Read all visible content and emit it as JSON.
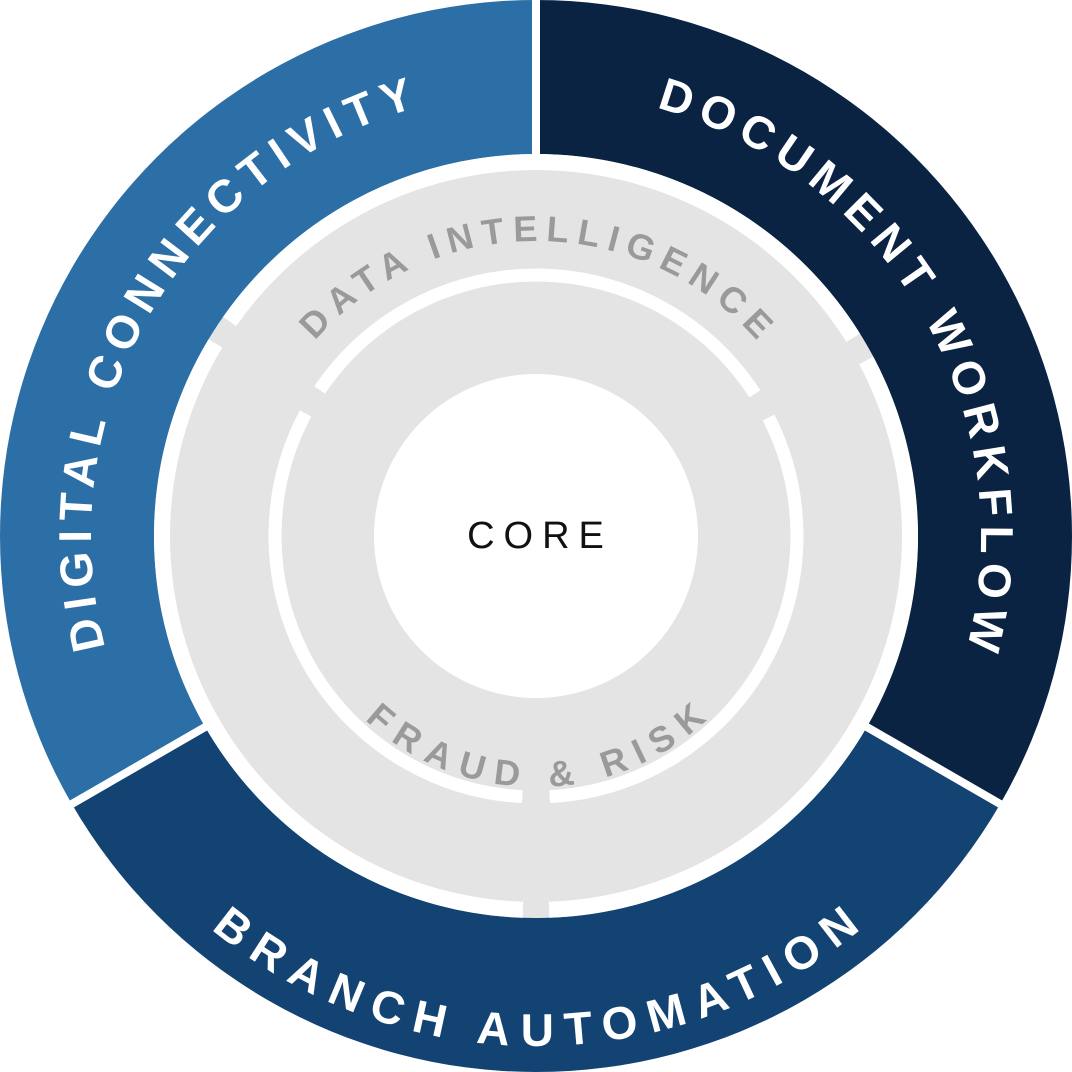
{
  "segments": [
    {
      "label": "DIGITAL CONNECTIVITY",
      "color": "#2b6fa6"
    },
    {
      "label": "DOCUMENT WORKFLOW",
      "color": "#0a2343"
    },
    {
      "label": "BRANCH AUTOMATION",
      "color": "#134372"
    }
  ],
  "inner": {
    "top_label": "DATA INTELLIGENCE",
    "bottom_label": "FRAUD & RISK",
    "fill": "#e4e4e4",
    "text_color": "#9a9a9a"
  },
  "core": {
    "label": "CORE"
  }
}
